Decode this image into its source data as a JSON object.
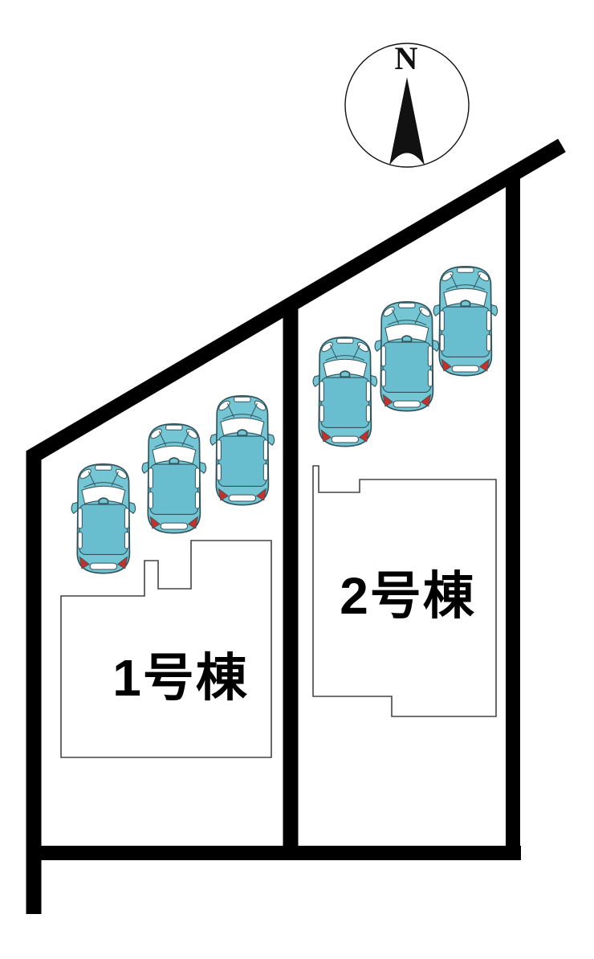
{
  "diagram_type": "residential-site-plan",
  "compass": {
    "label": "N"
  },
  "lots": [
    {
      "building_label": "1号棟",
      "parking_spaces": 3
    },
    {
      "building_label": "2号棟",
      "parking_spaces": 3
    }
  ],
  "total_parked_cars": 6,
  "icons": {
    "north_arrow": "north-compass-arrow-icon",
    "car": "car-top-view-icon"
  },
  "colors": {
    "background": "#ffffff",
    "boundary": "#000000",
    "building-outline": "#444444",
    "building-fill": "#ffffff",
    "car-body": "#74C6D4",
    "car-body-dark": "#68BECE",
    "car-outline": "#30535C",
    "car-glass": "#ffffff",
    "taillight": "#C2312B",
    "compass-ink": "#111111"
  }
}
